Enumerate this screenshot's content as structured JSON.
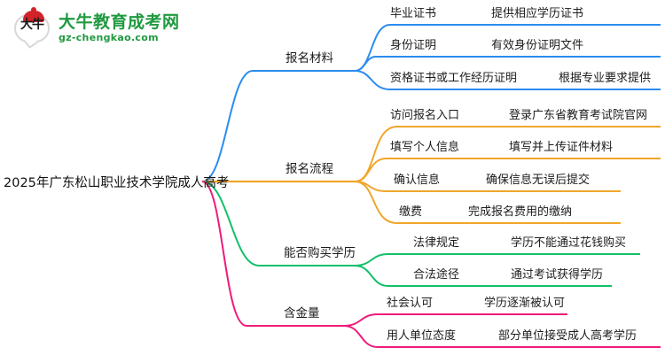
{
  "logo": {
    "glyph": "大牛",
    "title": "大牛教育成考网",
    "subtitle": "gz-chengkao.com",
    "brand_color": "#1f9a3f",
    "cap_color": "#d2232a"
  },
  "mindmap": {
    "type": "mindmap",
    "root": "2025年广东松山职业技术学院成人高考",
    "branches": [
      {
        "label": "报名材料",
        "color": "#2b8cf0",
        "children": [
          {
            "label": "毕业证书",
            "detail": "提供相应学历证书"
          },
          {
            "label": "身份证明",
            "detail": "有效身份证明文件"
          },
          {
            "label": "资格证书或工作经历证明",
            "detail": "根据专业要求提供"
          }
        ]
      },
      {
        "label": "报名流程",
        "color": "#f0a62b",
        "children": [
          {
            "label": "访问报名入口",
            "detail": "登录广东省教育考试院官网"
          },
          {
            "label": "填写个人信息",
            "detail": "填写并上传证件材料"
          },
          {
            "label": "确认信息",
            "detail": "确保信息无误后提交"
          },
          {
            "label": "缴费",
            "detail": "完成报名费用的缴纳"
          }
        ]
      },
      {
        "label": "能否购买学历",
        "color": "#11c06a",
        "children": [
          {
            "label": "法律规定",
            "detail": "学历不能通过花钱购买"
          },
          {
            "label": "合法途径",
            "detail": "通过考试获得学历"
          }
        ]
      },
      {
        "label": "含金量",
        "color": "#ef1a7a",
        "children": [
          {
            "label": "社会认可",
            "detail": "学历逐渐被认可"
          },
          {
            "label": "用人单位态度",
            "detail": "部分单位接受成人高考学历"
          }
        ]
      }
    ]
  }
}
